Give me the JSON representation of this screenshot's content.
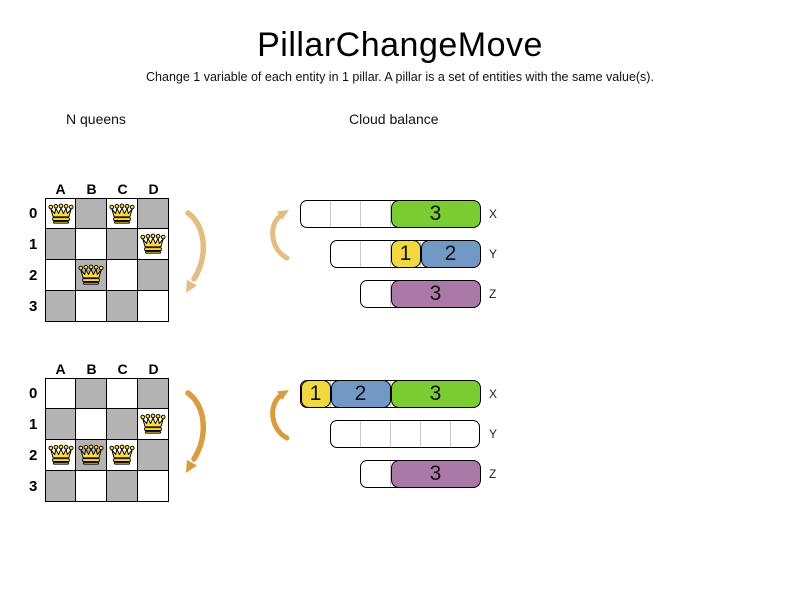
{
  "title": "PillarChangeMove",
  "subtitle": "Change 1 variable of each entity in 1 pillar. A pillar is a set of entities with the same value(s).",
  "nqueens": {
    "label": "N queens",
    "columns": [
      "A",
      "B",
      "C",
      "D"
    ],
    "rows": [
      "0",
      "1",
      "2",
      "3"
    ],
    "boards": [
      {
        "queens": [
          {
            "col": "A",
            "row": "0"
          },
          {
            "col": "C",
            "row": "0"
          },
          {
            "col": "D",
            "row": "1"
          },
          {
            "col": "B",
            "row": "2"
          }
        ]
      },
      {
        "queens": [
          {
            "col": "D",
            "row": "1"
          },
          {
            "col": "A",
            "row": "2"
          },
          {
            "col": "B",
            "row": "2"
          },
          {
            "col": "C",
            "row": "2"
          }
        ]
      }
    ]
  },
  "cloudbalance": {
    "label": "Cloud balance",
    "states": [
      {
        "bars": [
          {
            "computer": "X",
            "capacity": 6,
            "processes": [
              {
                "value": "3",
                "color": "green",
                "size": 3
              }
            ]
          },
          {
            "computer": "Y",
            "capacity": 5,
            "processes": [
              {
                "value": "1",
                "color": "yellow",
                "size": 1
              },
              {
                "value": "2",
                "color": "blue",
                "size": 2
              }
            ]
          },
          {
            "computer": "Z",
            "capacity": 4,
            "processes": [
              {
                "value": "3",
                "color": "purple",
                "size": 3
              }
            ]
          }
        ]
      },
      {
        "bars": [
          {
            "computer": "X",
            "capacity": 6,
            "processes": [
              {
                "value": "1",
                "color": "yellow",
                "size": 1
              },
              {
                "value": "2",
                "color": "blue",
                "size": 2
              },
              {
                "value": "3",
                "color": "green",
                "size": 3
              }
            ]
          },
          {
            "computer": "Y",
            "capacity": 5,
            "processes": []
          },
          {
            "computer": "Z",
            "capacity": 4,
            "processes": [
              {
                "value": "3",
                "color": "purple",
                "size": 3
              }
            ]
          }
        ]
      }
    ]
  },
  "icons": {
    "queen": "crown-icon",
    "board_move": "curved-arrow-down-icon",
    "cloud_move": "curved-arrow-up-icon"
  },
  "colors": {
    "process_green": "#7bcc30",
    "process_yellow": "#f0d93f",
    "process_blue": "#7299c6",
    "process_purple": "#ab79a7",
    "board_dark_square": "#b3b3b3",
    "queen_gold": "#ffd93b",
    "arrow_tan": "#e4bd83",
    "arrow_orange": "#d99c3f"
  }
}
